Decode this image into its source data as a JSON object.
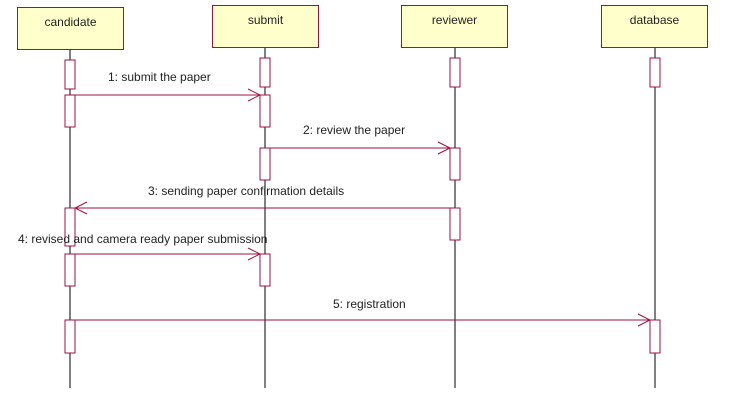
{
  "participants": [
    {
      "id": "candidate",
      "name": "candidate"
    },
    {
      "id": "submit",
      "name": "submit"
    },
    {
      "id": "reviewer",
      "name": "reviewer"
    },
    {
      "id": "database",
      "name": "database"
    }
  ],
  "messages": [
    {
      "seq": 1,
      "label": "1: submit the paper",
      "from": "candidate",
      "to": "submit"
    },
    {
      "seq": 2,
      "label": "2: review the paper",
      "from": "submit",
      "to": "reviewer"
    },
    {
      "seq": 3,
      "label": "3: sending paper confirmation details",
      "from": "reviewer",
      "to": "candidate"
    },
    {
      "seq": 4,
      "label": "4: revised and camera ready paper submission",
      "from": "candidate",
      "to": "submit"
    },
    {
      "seq": 5,
      "label": "5: registration",
      "from": "candidate",
      "to": "database"
    }
  ],
  "colors": {
    "header_fill": "#ffffcc",
    "border": "#a01040",
    "lifeline": "#000000"
  }
}
